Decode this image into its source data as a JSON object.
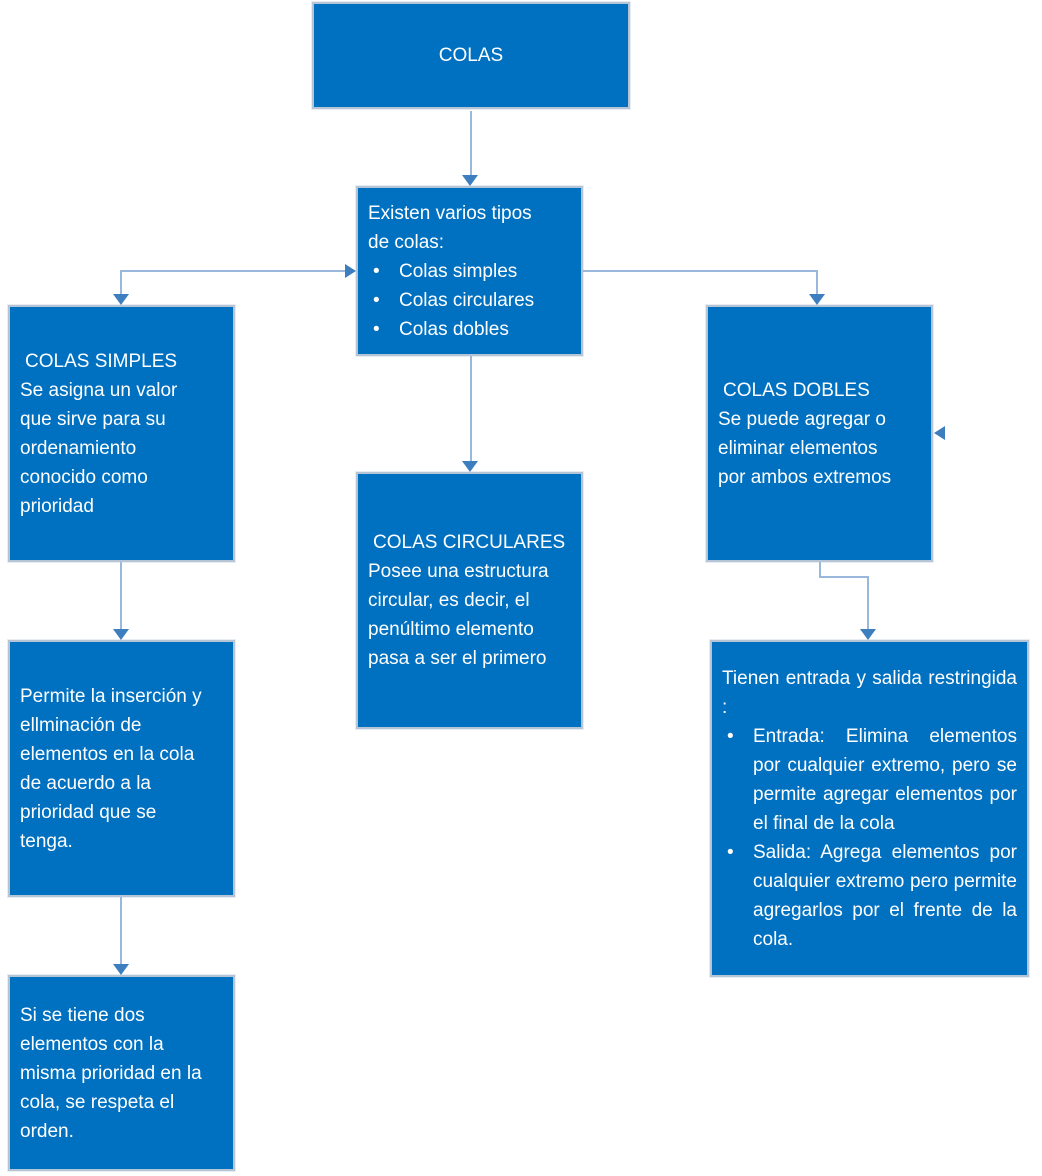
{
  "glyphs": {
    "bullet": "•"
  },
  "colors": {
    "box_fill": "#0070c0",
    "box_border": "#b5c5d6",
    "connector_line": "#9ab8dc",
    "arrowhead": "#3d7ebf",
    "text": "#ffffff"
  },
  "boxes": {
    "root": {
      "title": "COLAS"
    },
    "types": {
      "intro": "Existen varios tipos\nde colas:",
      "items": [
        "Colas simples",
        "Colas circulares",
        "Colas dobles"
      ]
    },
    "simples": {
      "title": "COLAS SIMPLES",
      "body": "Se asigna un valor\nque sirve para su\nordenamiento\nconocido como\nprioridad"
    },
    "circulares": {
      "title": "COLAS CIRCULARES",
      "body": "Posee una estructura\ncircular, es decir, el\npenúltimo elemento\npasa a ser el primero"
    },
    "dobles": {
      "title": "COLAS DOBLES",
      "body": "Se puede agregar o\neliminar elementos\npor ambos extremos"
    },
    "simples_detail": {
      "body": "Permite la inserción y\nellminación de\nelementos en la cola\nde acuerdo a la\nprioridad que se\ntenga."
    },
    "simples_order": {
      "body": "Si se tiene dos\nelementos con la\nmisma prioridad en la\ncola, se respeta el\norden."
    },
    "dobles_detail": {
      "intro": "Tienen entrada y salida restringida :",
      "items": [
        "Entrada: Elimina elementos por cualquier extremo, pero se permite agregar elementos por el final de la cola",
        "Salida: Agrega elementos por cualquier extremo pero permite agregarlos por el frente de la cola."
      ]
    }
  }
}
